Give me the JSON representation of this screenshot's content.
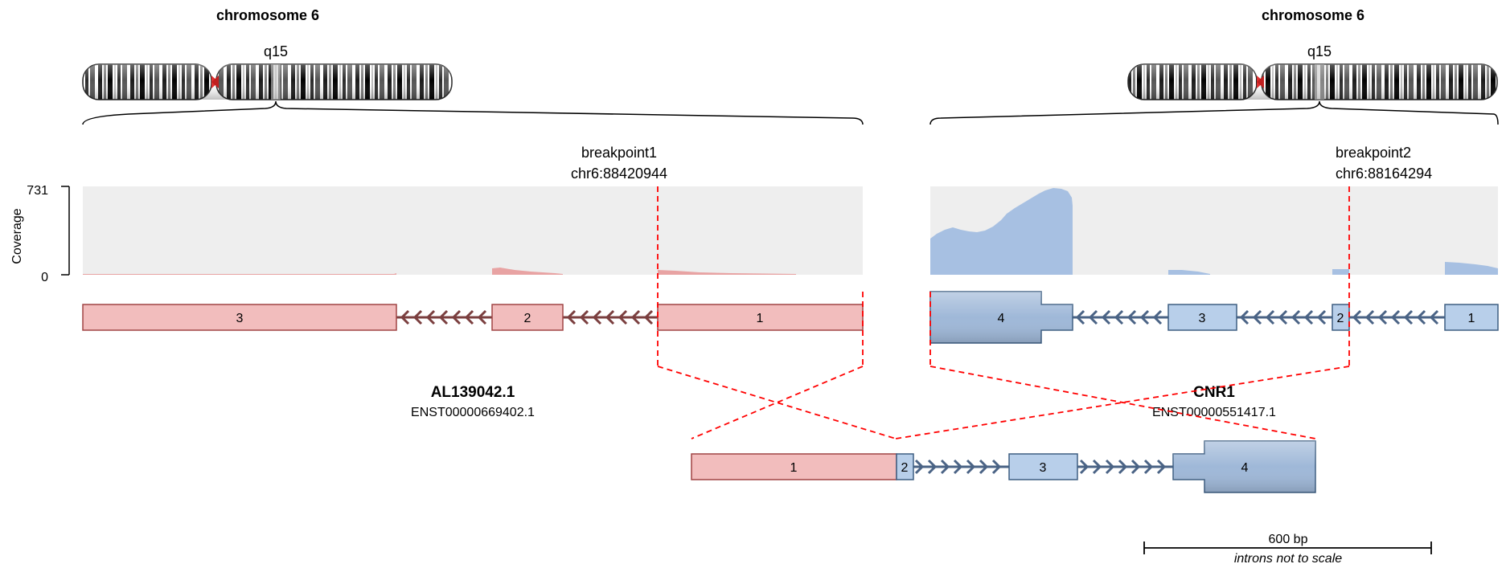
{
  "left": {
    "chromosome_title": "chromosome 6",
    "band_label": "q15",
    "breakpoint_name": "breakpoint1",
    "breakpoint_pos": "chr6:88420944",
    "gene_name": "AL139042.1",
    "transcript_id": "ENST00000669402.1",
    "exons": [
      "3",
      "2",
      "1"
    ]
  },
  "right": {
    "chromosome_title": "chromosome 6",
    "band_label": "q15",
    "breakpoint_name": "breakpoint2",
    "breakpoint_pos": "chr6:88164294",
    "gene_name": "CNR1",
    "transcript_id": "ENST00000551417.1",
    "exons": [
      "4",
      "3",
      "2",
      "1"
    ]
  },
  "coverage_axis": {
    "label": "Coverage",
    "max": "731",
    "min": "0"
  },
  "fusion": {
    "exons": [
      "1",
      "2",
      "3",
      "4"
    ]
  },
  "scale_bar": {
    "label": "600 bp",
    "note": "introns not to scale"
  },
  "colors": {
    "left_exon_fill": "#f2bdbd",
    "left_exon_stroke": "#a04545",
    "left_intron": "#7b3f3f",
    "right_exon_fill": "#b8cfea",
    "right_exon_stroke": "#3e5f82",
    "right_intron": "#4a6385",
    "coverage_bg": "#eeeeee",
    "left_coverage": "#e8a3a3",
    "right_coverage": "#a7c0e2",
    "breakpoint_line": "#ff0000"
  }
}
